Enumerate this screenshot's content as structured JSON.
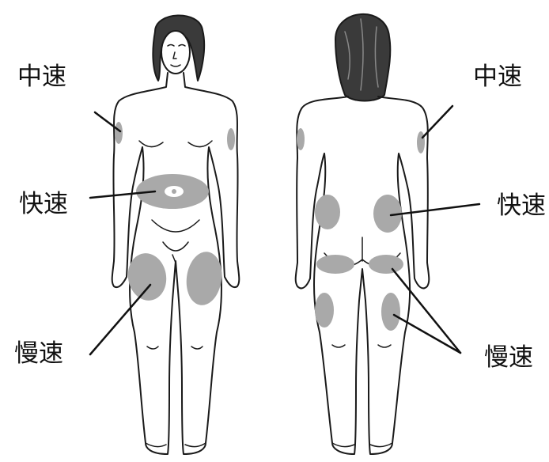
{
  "labels": {
    "front_medium": "中速",
    "front_fast": "快速",
    "front_slow": "慢速",
    "back_medium": "中速",
    "back_fast": "快速",
    "back_slow": "慢速"
  },
  "colors": {
    "outline": "#1a1a1a",
    "region_fill": "#a9a9a9",
    "hair": "#3a3a3a",
    "background": "#ffffff"
  }
}
